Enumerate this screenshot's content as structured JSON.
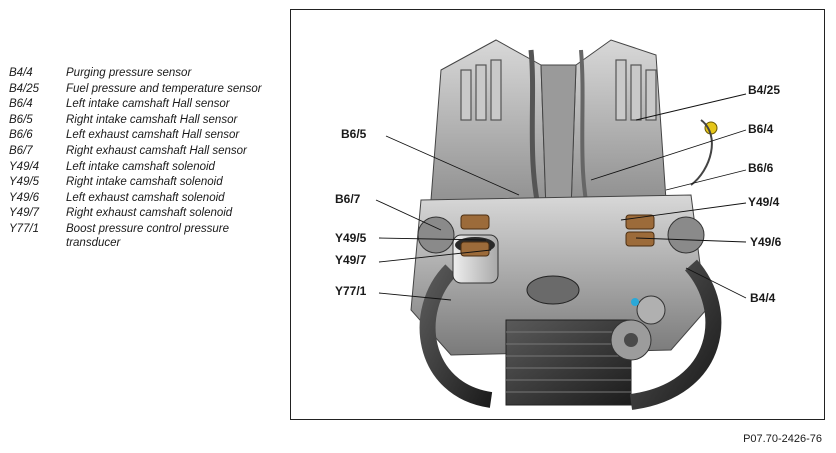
{
  "legend": [
    {
      "code": "B4/4",
      "desc": "Purging pressure sensor"
    },
    {
      "code": "B4/25",
      "desc": "Fuel pressure and temperature sensor"
    },
    {
      "code": "B6/4",
      "desc": "Left intake camshaft Hall sensor"
    },
    {
      "code": "B6/5",
      "desc": "Right intake camshaft Hall sensor"
    },
    {
      "code": "B6/6",
      "desc": "Left exhaust camshaft Hall sensor"
    },
    {
      "code": "B6/7",
      "desc": "Right exhaust camshaft Hall sensor"
    },
    {
      "code": "Y49/4",
      "desc": "Left intake camshaft solenoid"
    },
    {
      "code": "Y49/5",
      "desc": "Right intake camshaft solenoid"
    },
    {
      "code": "Y49/6",
      "desc": "Left exhaust camshaft solenoid"
    },
    {
      "code": "Y49/7",
      "desc": "Right exhaust camshaft solenoid"
    },
    {
      "code": "Y77/1",
      "desc": "Boost pressure control pressure transducer"
    }
  ],
  "callouts": {
    "b4_25": "B4/25",
    "b6_5": "B6/5",
    "b6_4": "B6/4",
    "b6_6": "B6/6",
    "b6_7": "B6/7",
    "y49_4": "Y49/4",
    "y49_5": "Y49/5",
    "y49_6": "Y49/6",
    "y49_7": "Y49/7",
    "y77_1": "Y77/1",
    "b4_4": "B4/4"
  },
  "figure_id": "P07.70-2426-76"
}
